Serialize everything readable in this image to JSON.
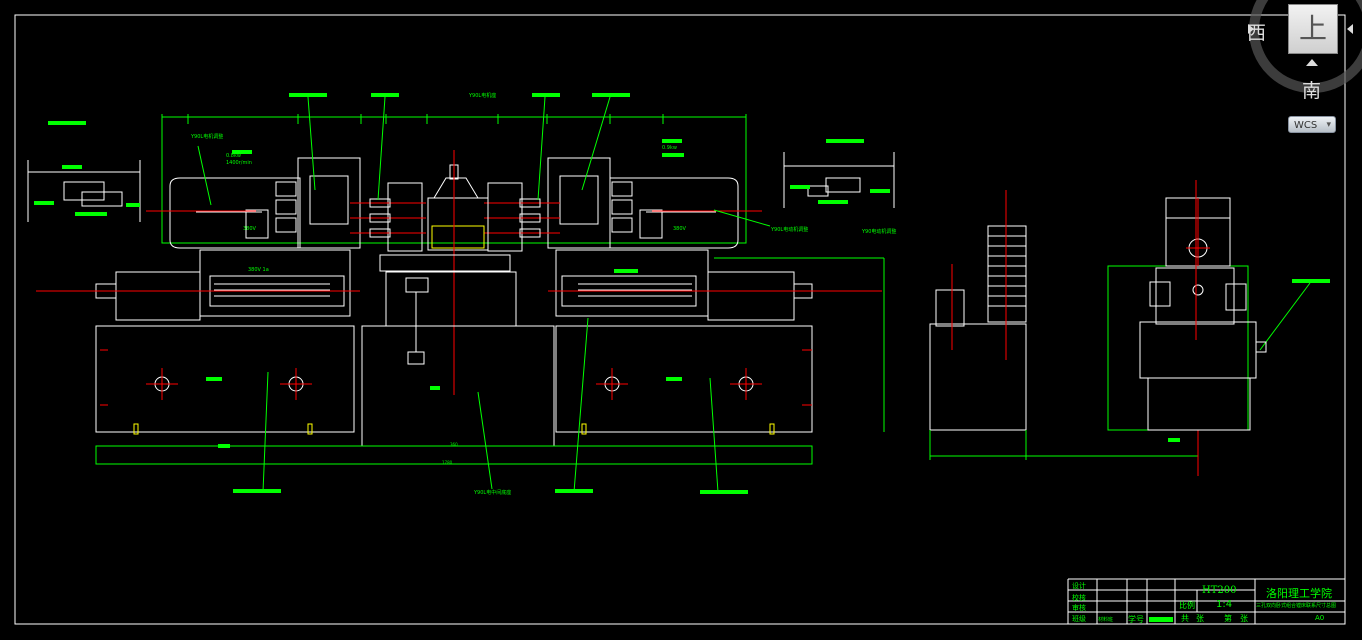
{
  "viewcube": {
    "west_label": "西",
    "south_label": "南",
    "top_face_label": "上",
    "wcs_label": "WCS"
  },
  "drawing": {
    "annotations": {
      "left_motor_note": "Y90L电机调整",
      "left_power_1": "0.8kw",
      "left_power_2": "1400r/min",
      "left_voltage": "380V",
      "right_power": "0.9kw",
      "right_voltage": "380V",
      "right_motor_note": "Y90L电动机调整",
      "center_top_note": "Y90L电机座",
      "slide_left_label": "380V 1a",
      "hydraulic_note": "Y90电动机调整",
      "bottom_center_note": "Y90L电中间底座",
      "dim_total": "1780",
      "dim_mid": "360"
    }
  },
  "title_block": {
    "material": "HT200",
    "school": "洛阳理工学院",
    "scale_label": "比例",
    "scale_value": "1:4",
    "drawing_title": "三孔双向卧式组合镗床联系尺寸总图",
    "sheet_total": "共",
    "sheet_unit": "张",
    "sheet_index": "第",
    "sheet_unit2": "张",
    "row_design": "设计",
    "row_check": "校核",
    "row_review": "审核",
    "row_class": "班级",
    "class_value": "材料班",
    "student_id": "学号",
    "paper_size": "A0"
  }
}
